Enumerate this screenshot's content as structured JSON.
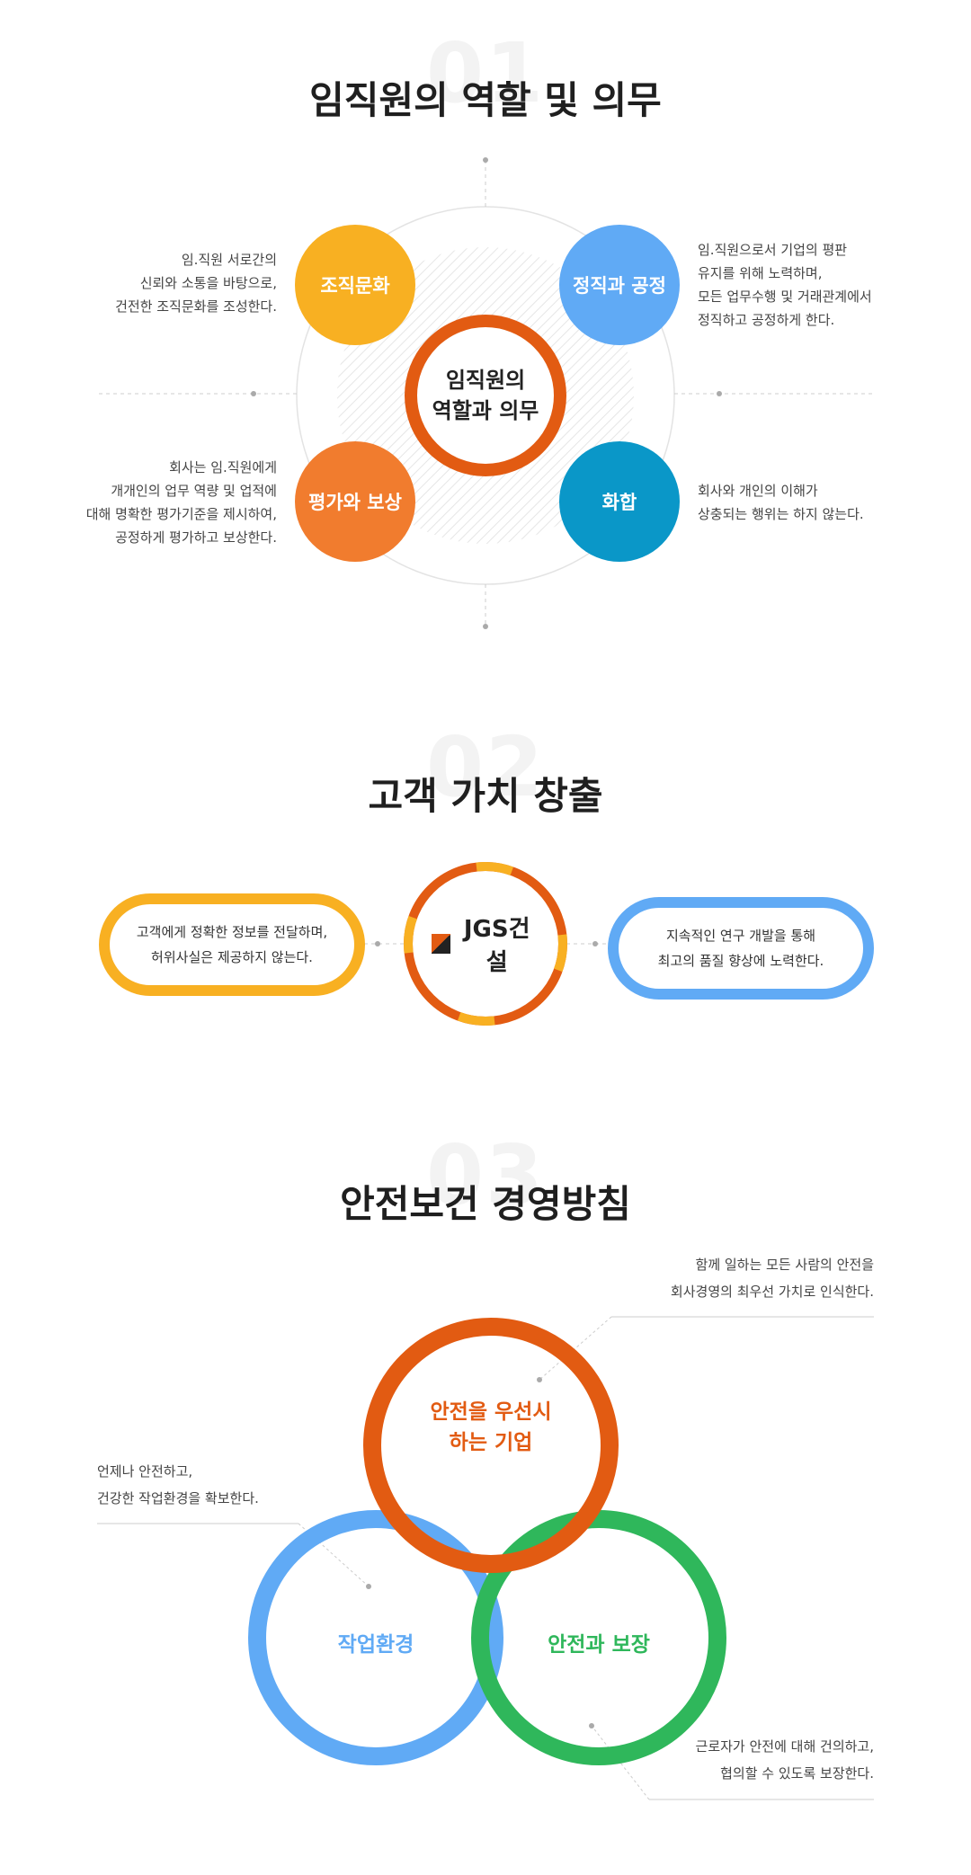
{
  "section1": {
    "number": "01",
    "title": "임직원의 역할 및 의무",
    "center_label": [
      "임직원의",
      "역할과 의무"
    ],
    "items": [
      {
        "label": "조직문화",
        "color": "#f8b022",
        "desc": [
          "임.직원 서로간의",
          "신뢰와 소통을 바탕으로,",
          "건전한 조직문화를 조성한다."
        ]
      },
      {
        "label": "정직과 공정",
        "color": "#60aaf5",
        "desc": [
          "임.직원으로서 기업의 평판",
          "유지를 위해 노력하며,",
          "모든 업무수행 및 거래관계에서",
          "정직하고 공정하게 한다."
        ]
      },
      {
        "label": "평가와 보상",
        "color": "#f17c2e",
        "desc": [
          "회사는 임.직원에게",
          "개개인의 업무 역량 및 업적에",
          "대해 명확한 평가기준을 제시하여,",
          "공정하게 평가하고 보상한다."
        ]
      },
      {
        "label": "화합",
        "color": "#0a97c8",
        "desc": [
          "회사와 개인의 이해가",
          "상충되는 행위는 하지 않는다."
        ]
      }
    ],
    "ring_color": "#e25b12"
  },
  "section2": {
    "number": "02",
    "title": "고객 가치 창출",
    "logo_text": "JGS건설",
    "left_pill": {
      "lines": [
        "고객에게 정확한 정보를 전달하며,",
        "허위사실은 제공하지 않는다."
      ],
      "color": "#f8b022"
    },
    "right_pill": {
      "lines": [
        "지속적인 연구 개발을 통해",
        "최고의 품질 향상에 노력한다."
      ],
      "color": "#60aaf5"
    }
  },
  "section3": {
    "number": "03",
    "title": "안전보건 경영방침",
    "top": {
      "label": [
        "안전을 우선시",
        "하는 기업"
      ],
      "color": "#e25b12",
      "desc": [
        "함께 일하는 모든 사람의 안전을",
        "회사경영의 최우선 가치로 인식한다."
      ]
    },
    "left": {
      "label": "작업환경",
      "color": "#60aaf5",
      "desc": [
        "언제나 안전하고,",
        "건강한 작업환경을 확보한다."
      ]
    },
    "right": {
      "label": "안전과 보장",
      "color": "#2fb75b",
      "desc": [
        "근로자가 안전에 대해 건의하고,",
        "협의할 수 있도록 보장한다."
      ]
    }
  }
}
